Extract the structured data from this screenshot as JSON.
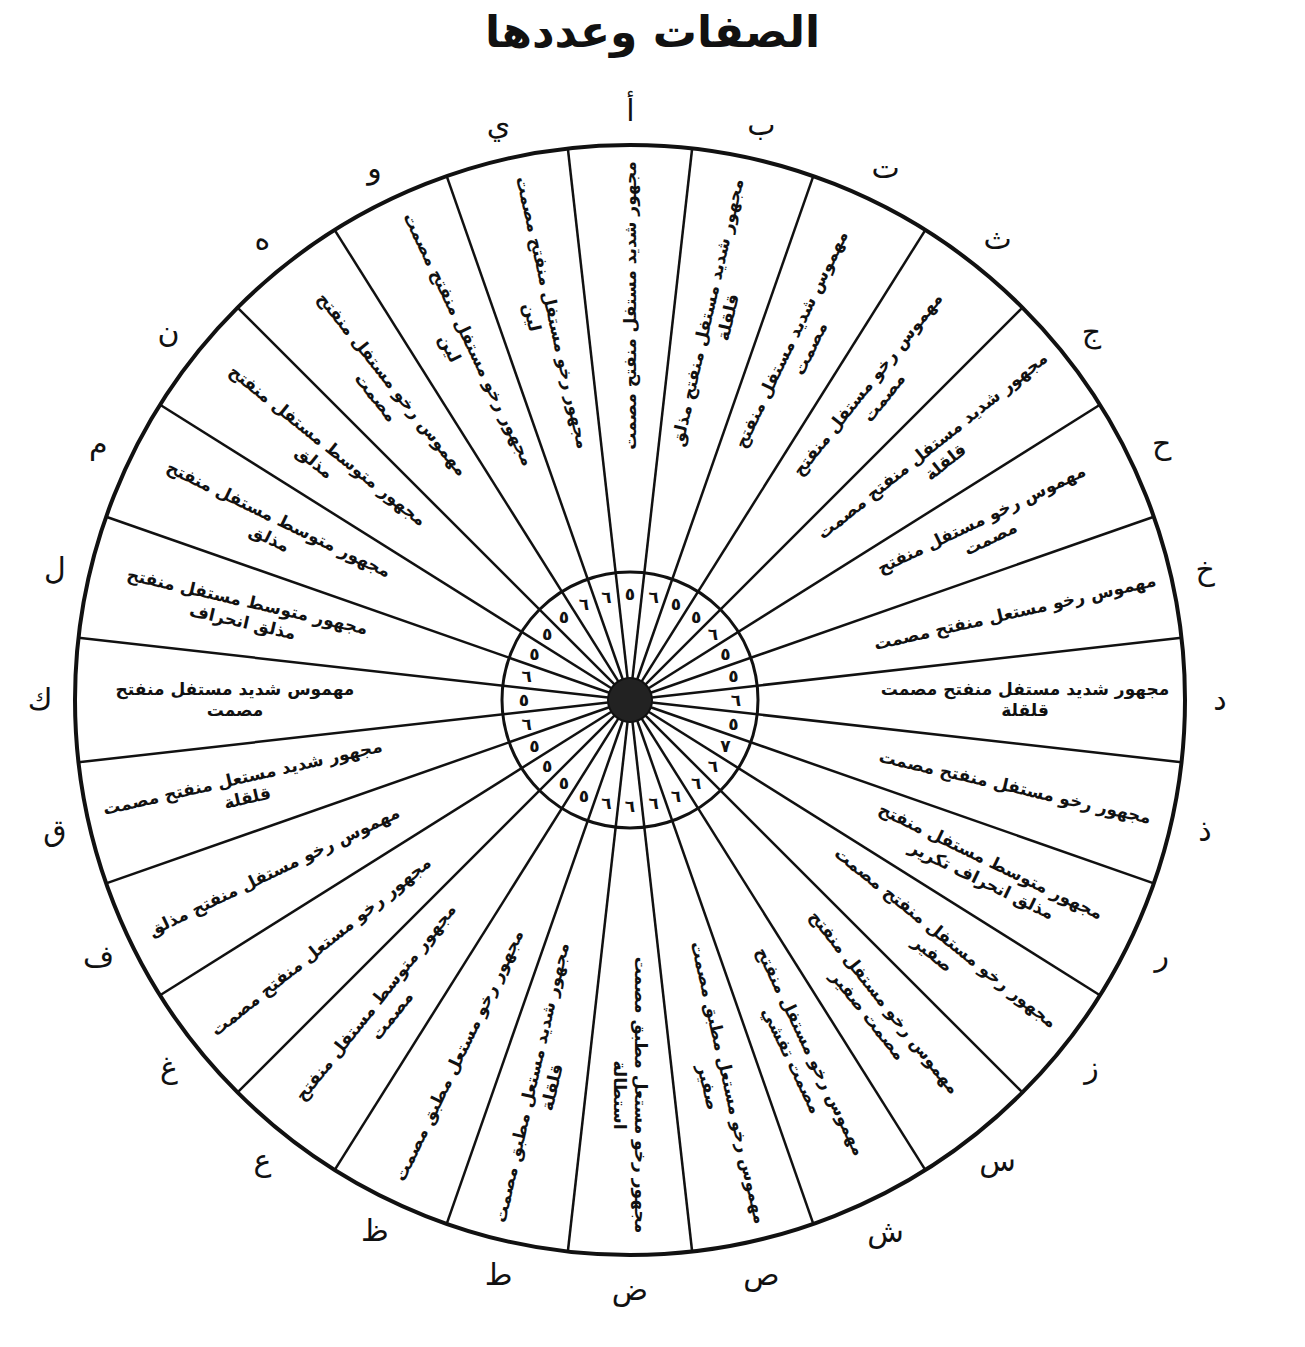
{
  "diagram": {
    "title": "الصفات وعددها",
    "nodes": [
      {
        "text": [
          "أ",
          "مجهور شديد مستفل منفتح مصمت"
        ]
      },
      {
        "text": [
          "ب",
          "مجهور شديد مستفل منفتح مذلق قلقلة"
        ]
      },
      {
        "text": [
          "ت",
          "مهموس شديد مستفل منفتح مصمت"
        ]
      },
      {
        "text": [
          "ث",
          "مهموس رخو مستفل منفتح مصمت"
        ]
      },
      {
        "text": [
          "ج",
          "مجهور شديد مستفل منفتح مصمت قلقلة"
        ]
      },
      {
        "text": [
          "ح",
          "مهموس رخو مستفل منفتح مصمت"
        ]
      },
      {
        "text": [
          "خ",
          "مهموس رخو مستعل منفتح مصمت"
        ]
      },
      {
        "text": [
          "د",
          "مجهور شديد مستفل منفتح مصمت قلقلة"
        ]
      },
      {
        "text": [
          "ذ",
          "مجهور رخو مستفل منفتح مصمت"
        ]
      },
      {
        "text": [
          "ر",
          "مجهور متوسط مستفل منفتح مذلق انحراف تكرير"
        ]
      },
      {
        "text": [
          "ز",
          "مجهور رخو مستفل منفتح مصمت صفير"
        ]
      },
      {
        "text": [
          "س",
          "مهموس رخو مستفل منفتح مصمت صفير"
        ]
      },
      {
        "text": [
          "ش",
          "مهموس رخو مستفل منفتح مصمت تفشي"
        ]
      },
      {
        "text": [
          "ص",
          "مهموس رخو مستعل مطبق مصمت صفير"
        ]
      },
      {
        "text": [
          "ض",
          "مجهور رخو مستعل مطبق مصمت استطالة"
        ]
      },
      {
        "text": [
          "ط",
          "مجهور شديد مستعل مطبق مصمت قلقلة"
        ]
      },
      {
        "text": [
          "ظ",
          "مجهور رخو مستعل مطبق مصمت"
        ]
      },
      {
        "text": [
          "ع",
          "مجهور متوسط مستفل منفتح مصمت"
        ]
      },
      {
        "text": [
          "غ",
          "مجهور رخو مستعل منفتح مصمت"
        ]
      },
      {
        "text": [
          "ف",
          "مهموس رخو مستفل منفتح مذلق"
        ]
      },
      {
        "text": [
          "ق",
          "مجهور شديد مستعل منفتح مصمت قلقلة"
        ]
      },
      {
        "text": [
          "ك",
          "مهموس شديد مستفل منفتح مصمت"
        ]
      },
      {
        "text": [
          "ل",
          "مجهور متوسط مستفل منفتح مذلق انحراف"
        ]
      },
      {
        "text": [
          "م",
          "مجهور متوسط مستفل منفتح مذلق"
        ]
      },
      {
        "text": [
          "ن",
          "مجهور متوسط مستفل منفتح مذلق"
        ]
      },
      {
        "text": [
          "ه",
          "مهموس رخو مستفل منفتح مصمت"
        ]
      },
      {
        "text": [
          "و",
          "مجهور رخو مستفل منفتح مصمت لين"
        ]
      },
      {
        "text": [
          "ي",
          "مجهور رخو مستفل منفتح مصمت لين"
        ]
      }
    ],
    "labels": [
      "٥",
      "٦",
      "٥",
      "٥",
      "٦",
      "٥",
      "٥",
      "٦",
      "٥",
      "٧",
      "٦",
      "٦",
      "٦",
      "٦",
      "٦",
      "٦",
      "٥",
      "٥",
      "٥",
      "٥",
      "٦",
      "٥",
      "٦",
      "٥",
      "٥",
      "٥",
      "٦",
      "٦"
    ]
  }
}
